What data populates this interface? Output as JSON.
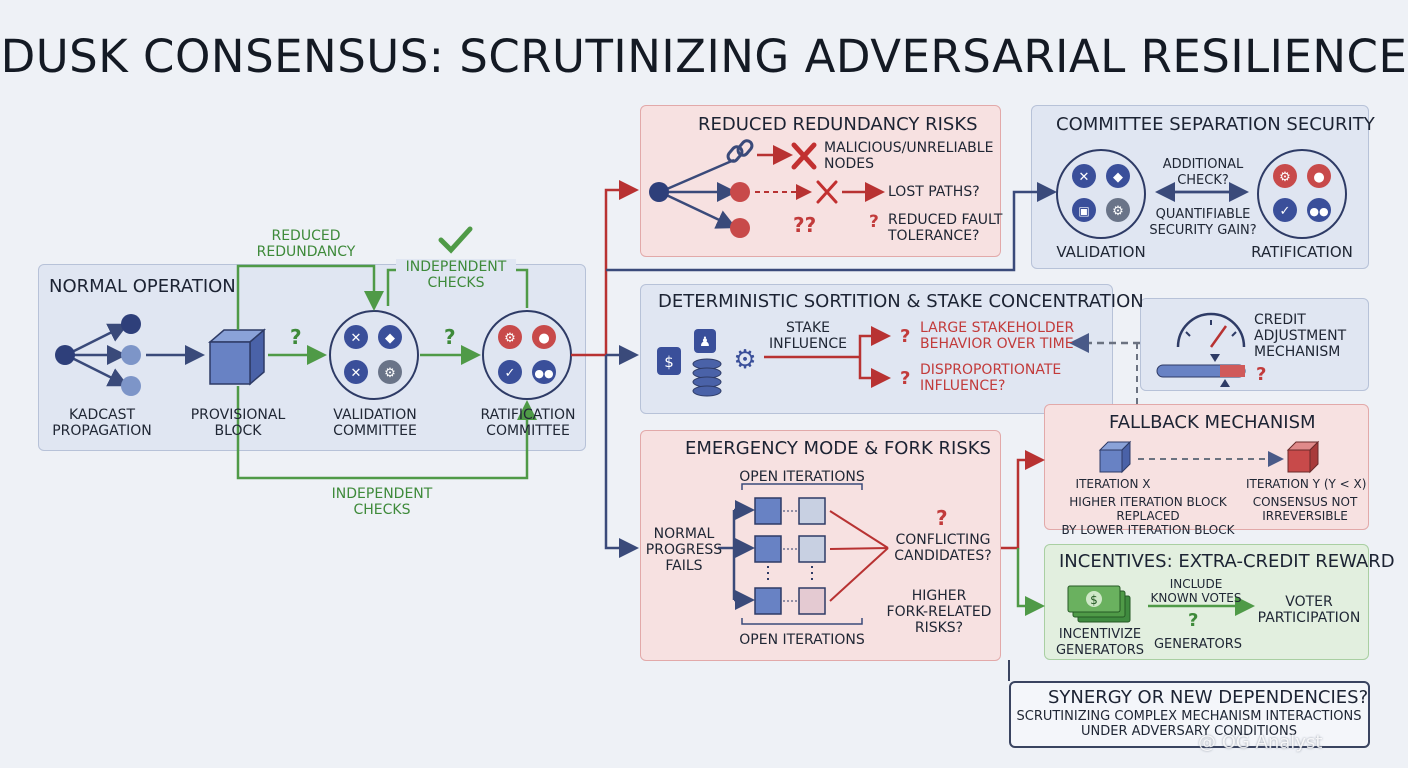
{
  "title": "DUSK CONSENSUS: SCRUTINIZING ADVERSARIAL RESILIENCE",
  "normal_operation": {
    "title": "NORMAL OPERATION",
    "kadcast": "KADCAST\nPROPAGATION",
    "provisional": "PROVISIONAL\nBLOCK",
    "validation": "VALIDATION\nCOMMITTEE",
    "ratification": "RATIFICATION\nCOMMITTEE",
    "reduced_redundancy": "REDUCED\nREDUNDANCY",
    "independent_checks_top": "INDEPENDENT\nCHECKS",
    "independent_checks_bottom": "INDEPENDENT\nCHECKS",
    "question": "?"
  },
  "reduced_redundancy_risks": {
    "title": "REDUCED REDUNDANCY RISKS",
    "malicious": "MALICIOUS/UNRELIABLE\nNODES",
    "lost_paths": "LOST PATHS?",
    "reduced_fault": "REDUCED FAULT\nTOLERANCE?",
    "double_q": "??",
    "q": "?"
  },
  "committee_separation": {
    "title": "COMMITTEE SEPARATION SECURITY",
    "additional_check": "ADDITIONAL\nCHECK?",
    "quantifiable": "QUANTIFIABLE\nSECURITY GAIN?",
    "validation": "VALIDATION",
    "ratification": "RATIFICATION"
  },
  "sortition": {
    "title": "DETERMINISTIC SORTITION & STAKE CONCENTRATION",
    "stake_influence": "STAKE\nINFLUENCE",
    "large_stakeholder": "LARGE STAKEHOLDER\nBEHAVIOR OVER TIME",
    "disproportionate": "DISPROPORTIONATE\nINFLUENCE?",
    "q": "?"
  },
  "credit_adjustment": {
    "title": "CREDIT\nADJUSTMENT\nMECHANISM",
    "q": "?"
  },
  "emergency": {
    "title": "EMERGENCY MODE & FORK RISKS",
    "open_top": "OPEN ITERATIONS",
    "open_bottom": "OPEN ITERATIONS",
    "normal_fails": "NORMAL\nPROGRESS\nFAILS",
    "conflicting": "CONFLICTING\nCANDIDATES?",
    "higher_fork": "HIGHER\nFORK-RELATED\nRISKS?",
    "q": "?"
  },
  "fallback": {
    "title": "FALLBACK MECHANISM",
    "iteration_x": "ITERATION X",
    "iteration_y": "ITERATION Y (Y < X)",
    "higher_replaced": "HIGHER ITERATION BLOCK REPLACED\nBY LOWER ITERATION BLOCK",
    "not_irreversible": "CONSENSUS NOT\nIRREVERSIBLE"
  },
  "incentives": {
    "title": "INCENTIVES: EXTRA-CREDIT REWARD",
    "include_known": "INCLUDE\nKNOWN VOTES",
    "voter_participation": "VOTER\nPARTICIPATION",
    "incentivize": "INCENTIVIZE\nGENERATORS",
    "generators": "GENERATORS",
    "q": "?"
  },
  "synergy": {
    "title": "SYNERGY OR NEW DEPENDENCIES?",
    "subtitle": "SCRUTINIZING COMPLEX MECHANISM INTERACTIONS\nUNDER ADVERSARY CONDITIONS"
  },
  "watermark": "@ OG Analyst",
  "colors": {
    "navy": "#3a4a7a",
    "red": "#b83232",
    "green": "#4f9a47",
    "gray": "#6b7280"
  }
}
